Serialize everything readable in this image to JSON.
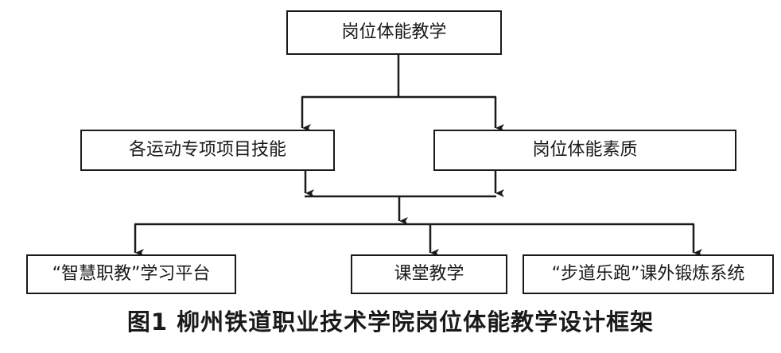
{
  "diagram": {
    "nodes": {
      "top": "岗位体能教学",
      "left": "各运动专项项目技能",
      "right": "岗位体能素质",
      "bottom_1": "“智慧职教”学习平台",
      "bottom_2": "课堂教学",
      "bottom_3": "“步道乐跑”课外锻炼系统"
    },
    "edges": [
      {
        "from": "top",
        "to": "left"
      },
      {
        "from": "top",
        "to": "right"
      },
      {
        "from": "left",
        "to": "bottom_1"
      },
      {
        "from": "left",
        "to": "bottom_2"
      },
      {
        "from": "left",
        "to": "bottom_3"
      },
      {
        "from": "right",
        "to": "bottom_1"
      },
      {
        "from": "right",
        "to": "bottom_2"
      },
      {
        "from": "right",
        "to": "bottom_3"
      }
    ],
    "caption": "图1  柳州铁道职业技术学院岗位体能教学设计框架",
    "line_color": "#1a1a1a"
  }
}
